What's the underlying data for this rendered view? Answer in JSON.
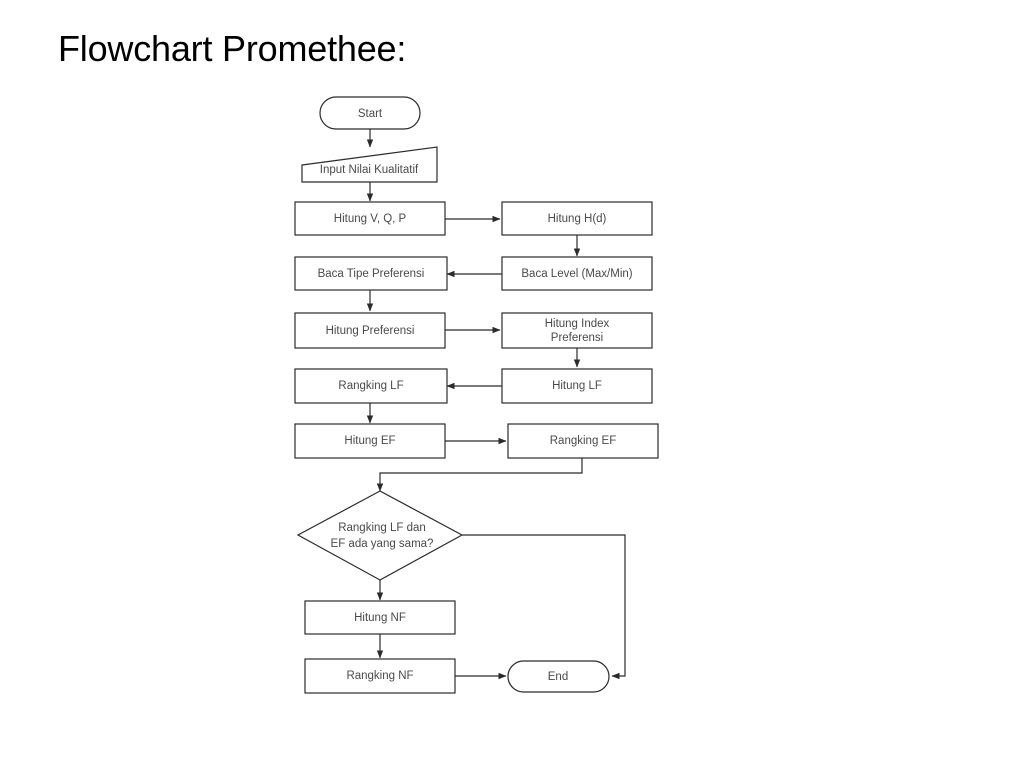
{
  "slide": {
    "title": "Flowchart Promethee:",
    "background_color": "#ffffff",
    "text_color": "#000000"
  },
  "flowchart": {
    "node_stroke_color": "#2b2b2b",
    "node_fill_color": "#ffffff",
    "label_color": "#4a4a4a",
    "nodes": [
      {
        "id": "start",
        "type": "terminator",
        "label": "Start"
      },
      {
        "id": "input-kualitatif",
        "type": "data",
        "label": "Input Nilai Kualitatif"
      },
      {
        "id": "hitung-vqp",
        "type": "process",
        "label": "Hitung V, Q, P"
      },
      {
        "id": "hitung-hd",
        "type": "process",
        "label": "Hitung H(d)"
      },
      {
        "id": "baca-tipe",
        "type": "process",
        "label": "Baca Tipe Preferensi"
      },
      {
        "id": "baca-level",
        "type": "process",
        "label": "Baca Level (Max/Min)"
      },
      {
        "id": "hitung-pref",
        "type": "process",
        "label": "Hitung Preferensi"
      },
      {
        "id": "hitung-index-1",
        "type": "process",
        "label": "Hitung Index"
      },
      {
        "id": "hitung-index-2",
        "type": "process",
        "label": "Preferensi"
      },
      {
        "id": "rangking-lf",
        "type": "process",
        "label": "Rangking LF"
      },
      {
        "id": "hitung-lf",
        "type": "process",
        "label": "Hitung LF"
      },
      {
        "id": "hitung-ef",
        "type": "process",
        "label": "Hitung EF"
      },
      {
        "id": "rangking-ef",
        "type": "process",
        "label": "Rangking EF"
      },
      {
        "id": "decision-1",
        "type": "decision",
        "label": "Rangking LF dan"
      },
      {
        "id": "decision-2",
        "type": "decision",
        "label": "EF ada yang sama?"
      },
      {
        "id": "hitung-nf",
        "type": "process",
        "label": "Hitung NF"
      },
      {
        "id": "rangking-nf",
        "type": "process",
        "label": "Rangking NF"
      },
      {
        "id": "end",
        "type": "terminator",
        "label": "End"
      }
    ]
  }
}
